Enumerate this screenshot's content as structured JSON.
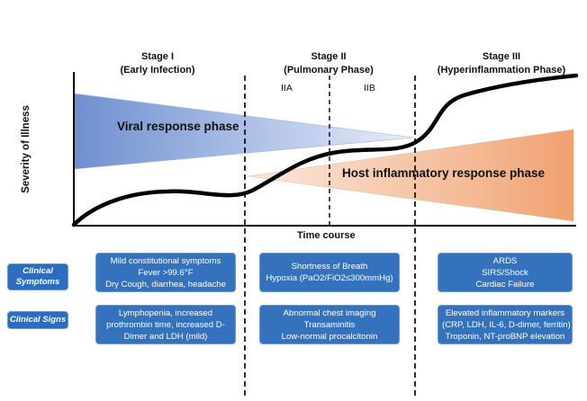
{
  "stages": [
    {
      "title": "Stage I",
      "subtitle": "(Early Infection)"
    },
    {
      "title": "Stage II",
      "subtitle": "(Pulmonary Phase)"
    },
    {
      "title": "Stage III",
      "subtitle": "(Hyperinflammation Phase)"
    }
  ],
  "substages": [
    "IIA",
    "IIB"
  ],
  "axes": {
    "y_label": "Severity of Illness",
    "x_label": "Time course"
  },
  "phases": {
    "viral": "Viral response phase",
    "host": "Host inflammatory response phase"
  },
  "rows": [
    {
      "label": [
        "Clinical",
        "Symptoms"
      ],
      "boxes": [
        [
          "Mild constitutional symptoms",
          "Fever >99.6°F",
          "Dry Cough, diarrhea, headache"
        ],
        [
          "Shortness of Breath",
          "Hypoxia (PaO2/FiO2≤300mmHg)"
        ],
        [
          "ARDS",
          "SIRS/Shock",
          "Cardiac Failure"
        ]
      ]
    },
    {
      "label": [
        "Clinical Signs"
      ],
      "boxes": [
        [
          "Lymphopenia, increased",
          "prothrombin time, increased D-",
          "Dimer and LDH (mild)"
        ],
        [
          "Abnormal chest imaging",
          "Transaminitis",
          "Low-normal procalcitonin"
        ],
        [
          "Elevated inflammatory markers",
          "(CRP, LDH, IL-6, D-dimer, ferritin)",
          "Troponin, NT-proBNP elevation"
        ]
      ]
    }
  ],
  "colors": {
    "viral_start": "#6f8fd0",
    "viral_end": "#e8eefa",
    "host_start": "#fbe8dc",
    "host_end": "#f0a070",
    "box": "#3572bd",
    "curve": "#000000"
  }
}
